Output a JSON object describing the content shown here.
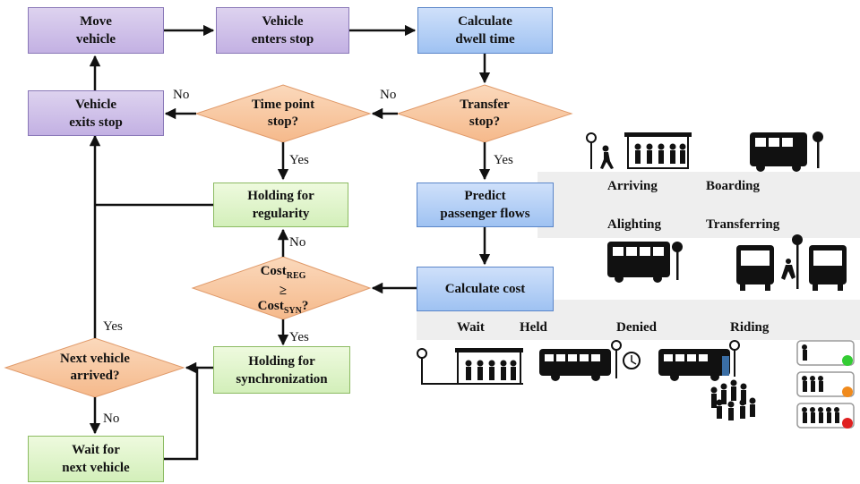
{
  "nodes": {
    "move_vehicle": "Move\nvehicle",
    "vehicle_enters_stop": "Vehicle\nenters stop",
    "calculate_dwell_time": "Calculate\ndwell time",
    "vehicle_exits_stop": "Vehicle\nexits stop",
    "time_point_stop": "Time point\nstop?",
    "transfer_stop": "Transfer\nstop?",
    "holding_regularity": "Holding for\nregularity",
    "predict_flows": "Predict\npassenger flows",
    "cost_main": "Cost",
    "cost_reg_sub": "REG",
    "cost_geq": "≥",
    "cost_syn_sub": "SYN",
    "cost_q": "?",
    "calculate_cost": "Calculate cost",
    "next_vehicle_arrived": "Next vehicle\narrived?",
    "holding_synchronization": "Holding for\nsynchronization",
    "wait_next_vehicle": "Wait for\nnext vehicle"
  },
  "edge_labels": {
    "no_time_point": "No",
    "no_transfer": "No",
    "yes_time_point": "Yes",
    "yes_transfer": "Yes",
    "no_cost": "No",
    "yes_cost": "Yes",
    "yes_next": "Yes",
    "no_next": "No"
  },
  "legend": {
    "arriving": "Arriving",
    "boarding": "Boarding",
    "alighting": "Alighting",
    "transferring": "Transferring",
    "wait": "Wait",
    "held": "Held",
    "denied": "Denied",
    "riding": "Riding"
  },
  "colors": {
    "purple": "#c8b8e6",
    "blue": "#a9c8f2",
    "green": "#d9f1c3",
    "diamond": "#f8c9a2",
    "status_green": "#33cc33",
    "status_orange": "#f08a1c",
    "status_red": "#e02020"
  }
}
